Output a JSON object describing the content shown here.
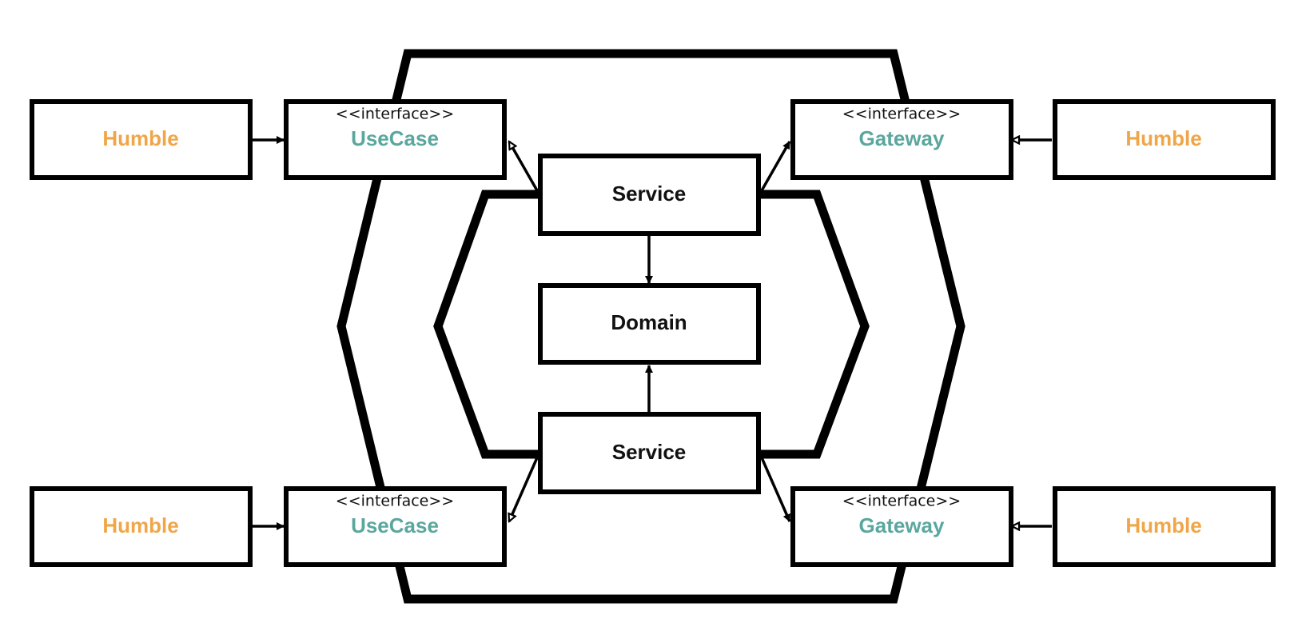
{
  "colors": {
    "humble": "#F0A648",
    "boundary": "#5AA79E",
    "core": "#111111",
    "stroke": "#000000"
  },
  "stereotype": "<<interface>>",
  "humble_left_top": "Humble",
  "humble_left_bottom": "Humble",
  "humble_right_top": "Humble",
  "humble_right_bottom": "Humble",
  "usecase_top": "UseCase",
  "usecase_bottom": "UseCase",
  "gateway_top": "Gateway",
  "gateway_bottom": "Gateway",
  "service_top": "Service",
  "service_bottom": "Service",
  "domain": "Domain"
}
